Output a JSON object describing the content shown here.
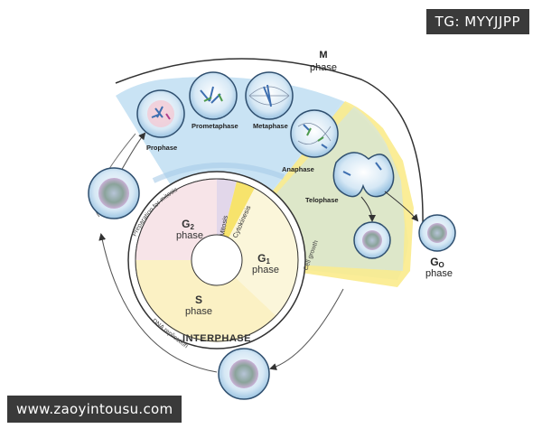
{
  "watermarks": {
    "top_right": "TG: MYYJJPP",
    "bottom_left": "www.zaoyintousu.com"
  },
  "m_phase": {
    "letter": "M",
    "word": "phase"
  },
  "mitotic_stages": {
    "prophase": "Prophase",
    "prometaphase": "Prometaphase",
    "metaphase": "Metaphase",
    "anaphase": "Anaphase",
    "telophase": "Telophase"
  },
  "inner_wheel": {
    "g2_letter": "G",
    "g2_sub": "2",
    "g2_word": "phase",
    "g1_letter": "G",
    "g1_sub": "1",
    "g1_word": "phase",
    "s_letter": "S",
    "s_word": "phase",
    "mitosis": "Mitosis",
    "cytokinesis": "Cytokinesis",
    "interphase": "INTERPHASE"
  },
  "arc_labels": {
    "preparation": "Preparation for mitosis",
    "cell_growth": "Cell growth",
    "dna_replication": "DNA replication"
  },
  "g0": {
    "letter": "G",
    "sub": "O",
    "word": "phase"
  },
  "colors": {
    "m_band": "#c9e3f4",
    "cytokinesis_band": "#fbeb8c",
    "g2_sector": "#f7e4e8",
    "g1_sector": "#fbf6da",
    "s_sector": "#fbf1c4",
    "cell_fill": "#dcebf7",
    "line": "#333333"
  }
}
